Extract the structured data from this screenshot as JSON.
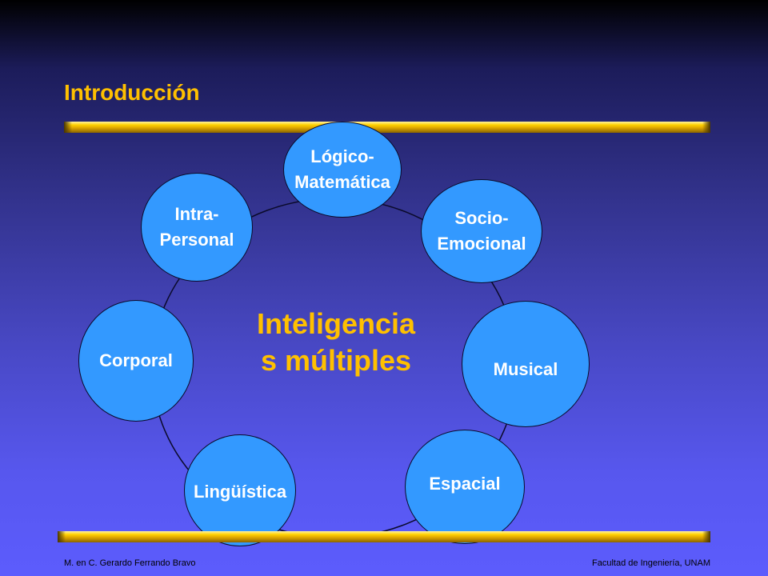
{
  "slide": {
    "title": "Introducción",
    "center_text_line1": "Inteligencia",
    "center_text_line2": "s múltiples",
    "footer_left": "M. en C. Gerardo Ferrando Bravo",
    "footer_right": "Facultad de Ingeniería, UNAM"
  },
  "diagram": {
    "nodes": [
      {
        "label": "Lógico-\nMatemática"
      },
      {
        "label": "Socio-\nEmocional"
      },
      {
        "label": "Musical"
      },
      {
        "label": "Espacial"
      },
      {
        "label": "Lingüística"
      },
      {
        "label": "Corporal"
      },
      {
        "label": "Intra-\nPersonal"
      }
    ]
  },
  "colors": {
    "accent_text": "#ffc000",
    "node_fill": "#3399ff",
    "bar_gold": "#ffd000"
  }
}
